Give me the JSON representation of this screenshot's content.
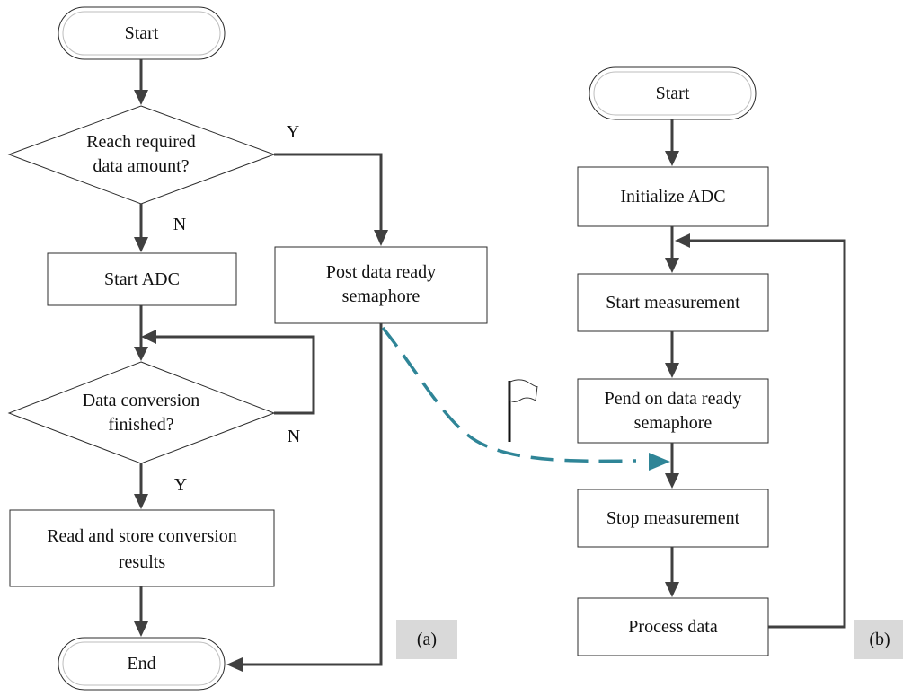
{
  "flowchart_a": {
    "start": "Start",
    "decision_data_amount": [
      "Reach required",
      "data amount?"
    ],
    "branch_yes_top": "Y",
    "branch_no_top": "N",
    "start_adc": "Start ADC",
    "post_semaphore": [
      "Post data ready",
      "semaphore"
    ],
    "decision_conversion": [
      "Data conversion",
      "finished?"
    ],
    "branch_no_loop": "N",
    "branch_yes_bottom": "Y",
    "read_store": [
      "Read and store conversion",
      "results"
    ],
    "end": "End",
    "panel_label": "(a)"
  },
  "flowchart_b": {
    "start": "Start",
    "init_adc": "Initialize ADC",
    "start_measurement": "Start measurement",
    "pend_semaphore": [
      "Pend on data ready",
      "semaphore"
    ],
    "stop_measurement": "Stop measurement",
    "process_data": "Process data",
    "panel_label": "(b)"
  },
  "colors": {
    "arrow": "#404040",
    "signal": "#2f8597",
    "panel_label_bg": "#d9d9d9"
  }
}
